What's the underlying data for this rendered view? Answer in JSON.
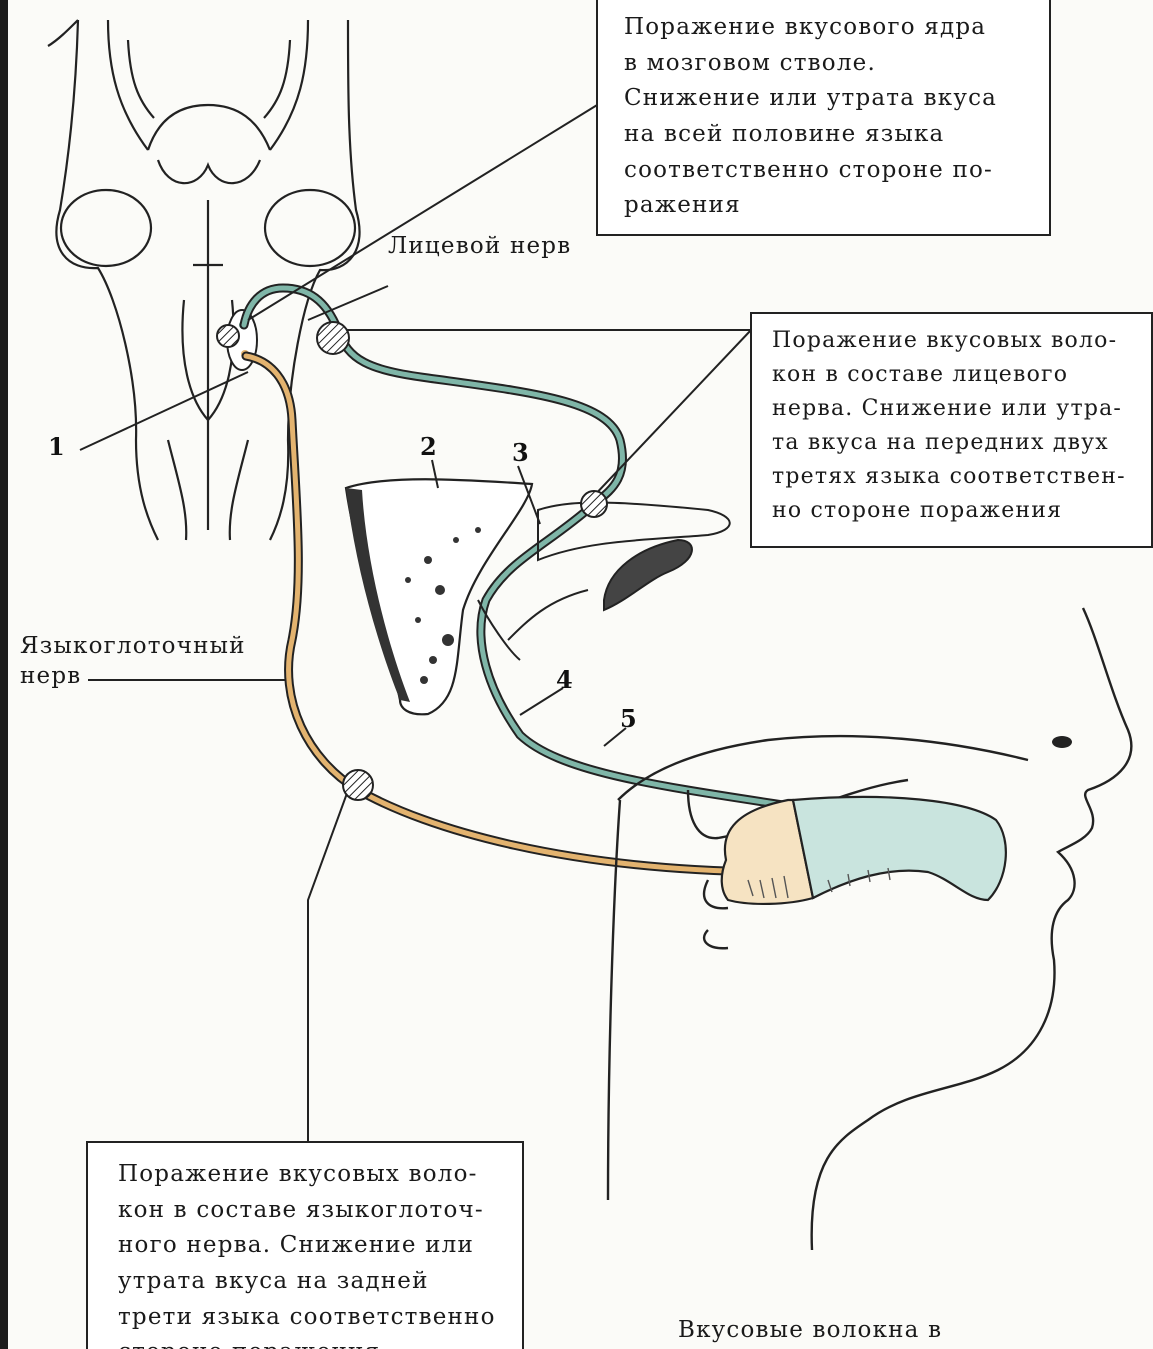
{
  "boxes": {
    "brainstem": "Поражение вкусового ядра\nв мозговом стволе.\nСнижение или утрата вкуса\nна всей половине языка\nсоответственно стороне по-\nражения",
    "facial": "Поражение вкусовых воло-\nкон в составе лицевого\nнерва. Снижение или утра-\nта вкуса на передних двух\nтретях языка соответствен-\nно стороне поражения",
    "glossopharyngeal": "Поражение вкусовых воло-\nкон в составе языкоглоточ-\nного нерва. Снижение или\nутрата вкуса на задней\nтрети языка соответственно\nстороне поражения"
  },
  "labels": {
    "facial_nerve": "Лицевой нерв",
    "glossopharyngeal_nerve": "Языкоглоточный\nнерв",
    "bottom_caption": "Вкусовые волокна в"
  },
  "numbers": [
    "1",
    "2",
    "3",
    "4",
    "5"
  ],
  "colors": {
    "facial_fiber": "#7fb6a8",
    "glosso_fiber": "#e3b36f",
    "tongue_front": "#c9e4de",
    "tongue_back": "#f6e3c2",
    "ink": "#1a1a1a"
  }
}
